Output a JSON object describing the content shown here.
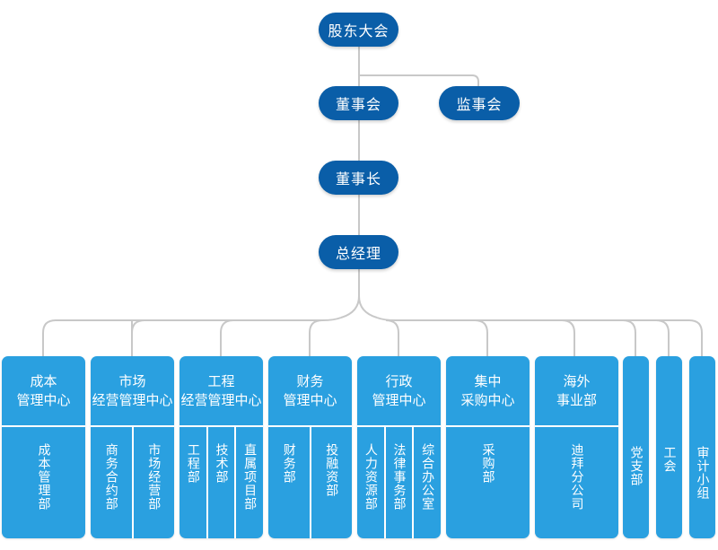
{
  "top": {
    "shareholders": "股东大会",
    "board": "董事会",
    "supervisors": "监事会",
    "chairman": "董事长",
    "gm": "总经理"
  },
  "departments": [
    {
      "title": [
        "成本",
        "管理中心"
      ],
      "subs": [
        "成本管理部"
      ]
    },
    {
      "title": [
        "市场",
        "经营管理中心"
      ],
      "subs": [
        "商务合约部",
        "市场经营部"
      ]
    },
    {
      "title": [
        "工程",
        "经营管理中心"
      ],
      "subs": [
        "工程部",
        "技术部",
        "直属项目部"
      ]
    },
    {
      "title": [
        "财务",
        "管理中心"
      ],
      "subs": [
        "财务部",
        "投融资部"
      ]
    },
    {
      "title": [
        "行政",
        "管理中心"
      ],
      "subs": [
        "人力资源部",
        "法律事务部",
        "综合办公室"
      ]
    },
    {
      "title": [
        "集中",
        "采购中心"
      ],
      "subs": [
        "采购部"
      ]
    },
    {
      "title": [
        "海外",
        "事业部"
      ],
      "subs": [
        "迪拜分公司"
      ]
    }
  ],
  "narrow_units": [
    "党支部",
    "工会",
    "审计小组"
  ],
  "colors": {
    "pill": "#0a5ea8",
    "box": "#2aa0e0",
    "line": "#c8c8c8"
  }
}
